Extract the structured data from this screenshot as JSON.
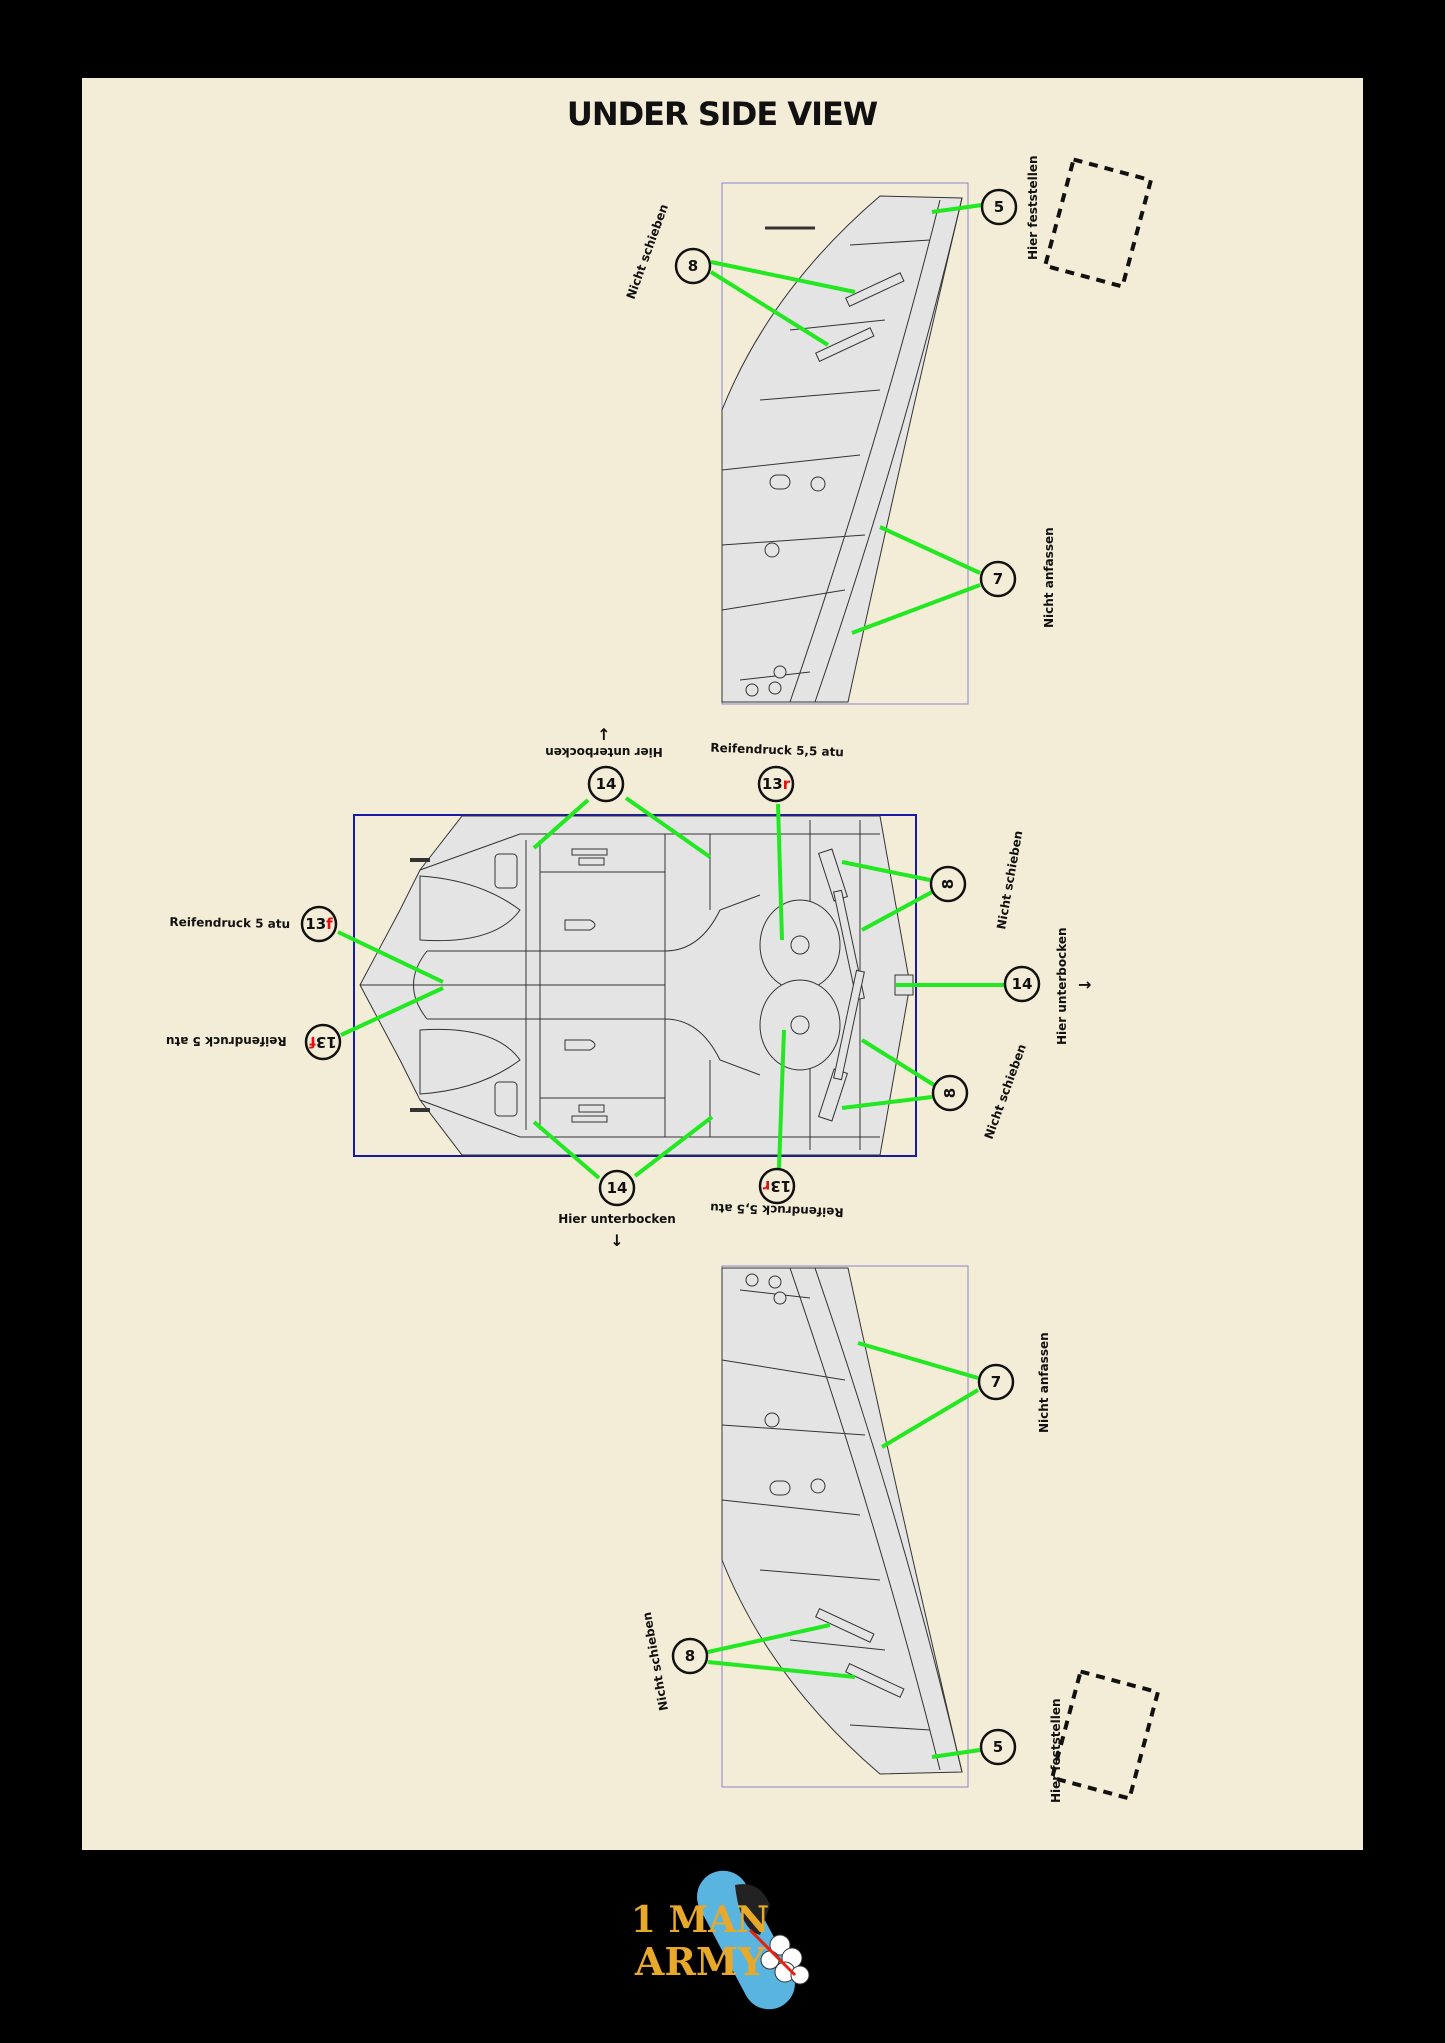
{
  "title": "UNDER SIDE VIEW",
  "colors": {
    "background": "#000000",
    "sheet": "#f3ecd6",
    "leader_line": "#22e822",
    "suffix_red": "#e01010",
    "frame_blue": "#1a1aa8",
    "frame_lilac": "#8a84d0"
  },
  "top_wing": {
    "c5": {
      "num": "5",
      "label": "Hier feststellen"
    },
    "c8": {
      "num": "8",
      "label": "Nicht schieben"
    },
    "c7": {
      "num": "7",
      "label": "Nicht anfassen"
    }
  },
  "fuselage": {
    "c14_top": {
      "num": "14",
      "label": "Hier unterbocken"
    },
    "c13r_top": {
      "num": "13",
      "suffix": "r",
      "label": "Reifendruck 5,5 atu"
    },
    "c13f_top": {
      "num": "13",
      "suffix": "f",
      "label": "Reifendruck 5 atu"
    },
    "c13f_bottom": {
      "num": "13",
      "suffix": "f",
      "label": "Reifendruck 5 atu"
    },
    "c8_top": {
      "num": "8",
      "label": "Nicht schieben"
    },
    "c14_right": {
      "num": "14",
      "label": "Hier unterbocken"
    },
    "c8_bottom": {
      "num": "8",
      "label": "Nicht schieben"
    },
    "c14_bottom": {
      "num": "14",
      "label": "Hier unterbocken"
    },
    "c13r_bottom": {
      "num": "13",
      "suffix": "r",
      "label": "Reifendruck 5,5 atu"
    }
  },
  "bottom_wing": {
    "c7": {
      "num": "7",
      "label": "Nicht anfassen"
    },
    "c8": {
      "num": "8",
      "label": "Nicht schieben"
    },
    "c5": {
      "num": "5",
      "label": "Hier feststellen"
    }
  },
  "logo": {
    "line1": "1 MAN",
    "line2": "ARMY"
  }
}
